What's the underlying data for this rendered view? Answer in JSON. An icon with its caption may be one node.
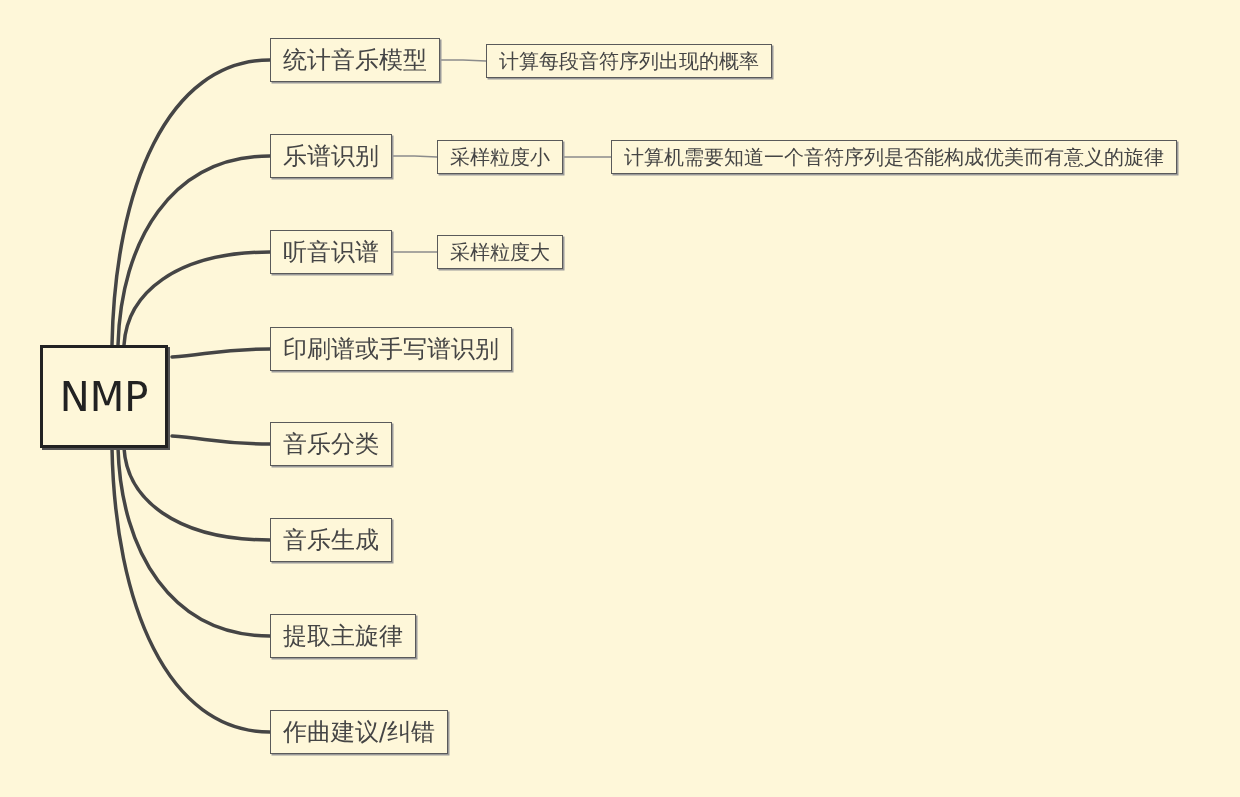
{
  "diagram": {
    "nodes": [
      {
        "text": [
          "NMP"
        ]
      },
      {
        "text": [
          "统计音乐模型"
        ]
      },
      {
        "text": [
          "计算每段音符序列出现的概率"
        ]
      },
      {
        "text": [
          "乐谱识别"
        ]
      },
      {
        "text": [
          "采样粒度小"
        ]
      },
      {
        "text": [
          "计算机需要知道一个音符序列是否能构成优美而有意义的旋律"
        ]
      },
      {
        "text": [
          "听音识谱"
        ]
      },
      {
        "text": [
          "采样粒度大"
        ]
      },
      {
        "text": [
          "印刷谱或手写谱识别"
        ]
      },
      {
        "text": [
          "音乐分类"
        ]
      },
      {
        "text": [
          "音乐生成"
        ]
      },
      {
        "text": [
          "提取主旋律"
        ]
      },
      {
        "text": [
          "作曲建议/纠错"
        ]
      }
    ],
    "edges": [
      {
        "from": 0,
        "to": 1,
        "arrow": "none"
      },
      {
        "from": 1,
        "to": 2,
        "arrow": "none",
        "color": "#8c8c8c"
      },
      {
        "from": 0,
        "to": 3,
        "arrow": "none"
      },
      {
        "from": 3,
        "to": 4,
        "arrow": "none",
        "color": "#8c8c8c"
      },
      {
        "from": 4,
        "to": 5,
        "arrow": "none",
        "color": "#8c8c8c"
      },
      {
        "from": 0,
        "to": 6,
        "arrow": "none"
      },
      {
        "from": 6,
        "to": 7,
        "arrow": "none",
        "color": "#8c8c8c"
      },
      {
        "from": 0,
        "to": 8,
        "arrow": "none"
      },
      {
        "from": 0,
        "to": 9,
        "arrow": "none"
      },
      {
        "from": 0,
        "to": 10,
        "arrow": "none"
      },
      {
        "from": 0,
        "to": 11,
        "arrow": "none"
      },
      {
        "from": 0,
        "to": 12,
        "arrow": "none"
      }
    ]
  }
}
